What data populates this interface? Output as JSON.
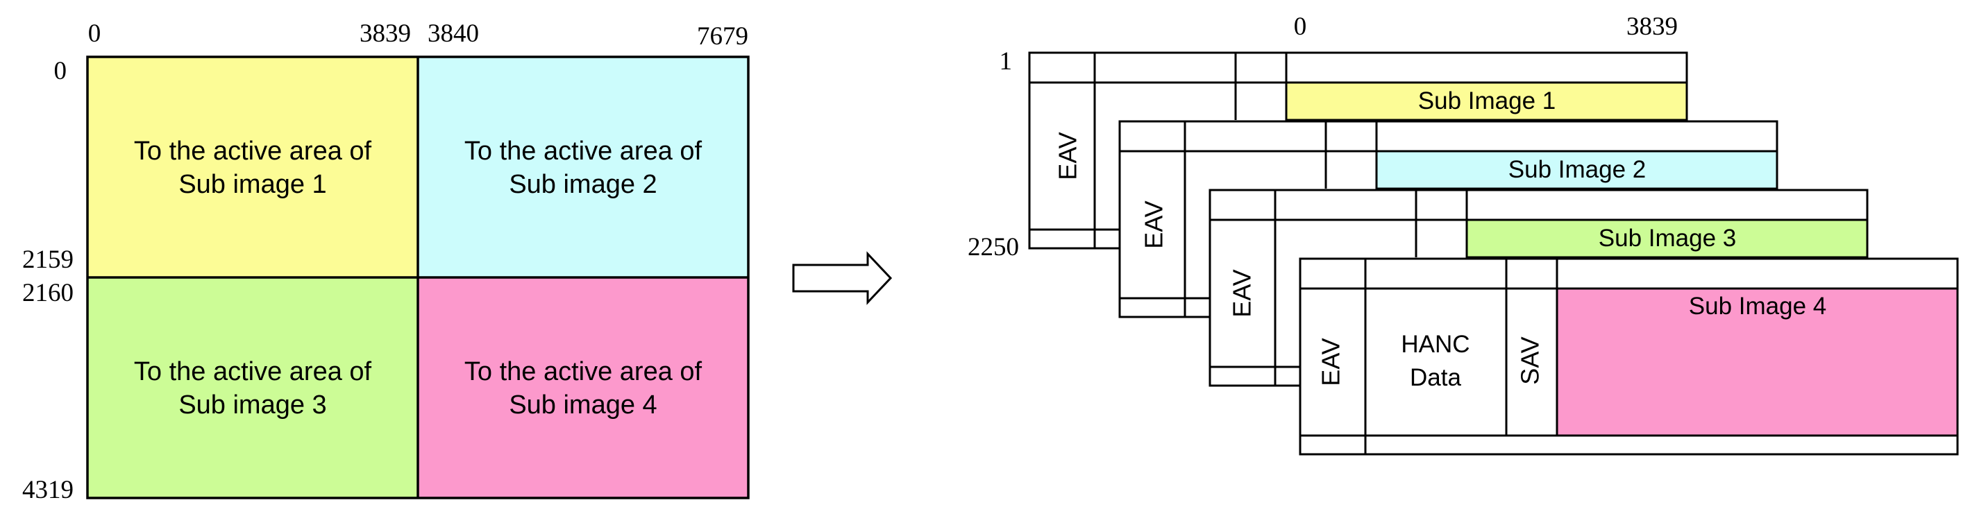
{
  "colors": {
    "yellow": "#FCFC96",
    "cyan": "#CCFCFC",
    "green": "#CCFC96",
    "pink": "#FC99CC",
    "white": "#FFFFFF",
    "line": "#000000"
  },
  "source_frame": {
    "x_labels": [
      "0",
      "3839",
      "3840",
      "7679"
    ],
    "y_labels": [
      "0",
      "2159",
      "2160",
      "4319"
    ],
    "quadrants": [
      {
        "line1": "To the active area of",
        "line2": "Sub image 1",
        "color": "yellow"
      },
      {
        "line1": "To the active area of",
        "line2": "Sub image 2",
        "color": "cyan"
      },
      {
        "line1": "To the active area of",
        "line2": "Sub image 3",
        "color": "green"
      },
      {
        "line1": "To the active area of",
        "line2": "Sub image 4",
        "color": "pink"
      }
    ]
  },
  "arrow": {
    "icon": "right-arrow-icon"
  },
  "sub_frames": {
    "x_labels": [
      "0",
      "3839"
    ],
    "y_labels": [
      "1",
      "2250"
    ],
    "frames": [
      {
        "title": "Sub Image 1",
        "eav": "EAV",
        "color": "yellow"
      },
      {
        "title": "Sub Image 2",
        "eav": "EAV",
        "color": "cyan"
      },
      {
        "title": "Sub Image 3",
        "eav": "EAV",
        "color": "green"
      },
      {
        "title": "Sub Image 4",
        "eav": "EAV",
        "color": "pink"
      }
    ],
    "hanc_line1": "HANC",
    "hanc_line2": "Data",
    "sav": "SAV"
  }
}
